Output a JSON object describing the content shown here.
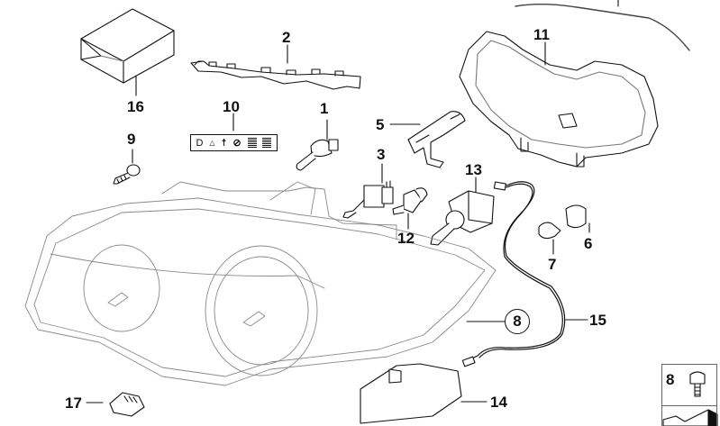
{
  "diagram": {
    "title": "Headlight assembly exploded parts view",
    "line_color": "#111111",
    "light_line_color": "#8a8a8a",
    "callouts": [
      {
        "id": "c1",
        "label": "1",
        "part": "halogen-bulb-h7"
      },
      {
        "id": "c2",
        "label": "2",
        "part": "mounting-bracket-strip"
      },
      {
        "id": "c3",
        "label": "3",
        "part": "bulb-socket-adjuster"
      },
      {
        "id": "c5",
        "label": "5",
        "part": "retaining-clip"
      },
      {
        "id": "c6",
        "label": "6",
        "part": "bulb-socket"
      },
      {
        "id": "c7",
        "label": "7",
        "part": "indicator-bulb"
      },
      {
        "id": "c9",
        "label": "9",
        "part": "screw"
      },
      {
        "id": "c10",
        "label": "10",
        "part": "warning-label"
      },
      {
        "id": "c11",
        "label": "11",
        "part": "headlight-seal-gasket"
      },
      {
        "id": "c12",
        "label": "12",
        "part": "side-light-bulb-holder"
      },
      {
        "id": "c13",
        "label": "13",
        "part": "xenon-bulb"
      },
      {
        "id": "c14",
        "label": "14",
        "part": "control-unit-cover"
      },
      {
        "id": "c15",
        "label": "15",
        "part": "wiring-harness"
      },
      {
        "id": "c16",
        "label": "16",
        "part": "repair-kit-box"
      },
      {
        "id": "c17",
        "label": "17",
        "part": "connector-module"
      }
    ],
    "circled_callout": {
      "label": "8",
      "part": "fixing-screw-reference"
    },
    "legend": {
      "number": "8",
      "icon": "torx-screw-icon"
    },
    "warning_label_icons": [
      "D",
      "warning-triangle-icon",
      "person-icon",
      "prohibited-icon",
      "stripes-icon",
      "stripes-icon"
    ]
  }
}
